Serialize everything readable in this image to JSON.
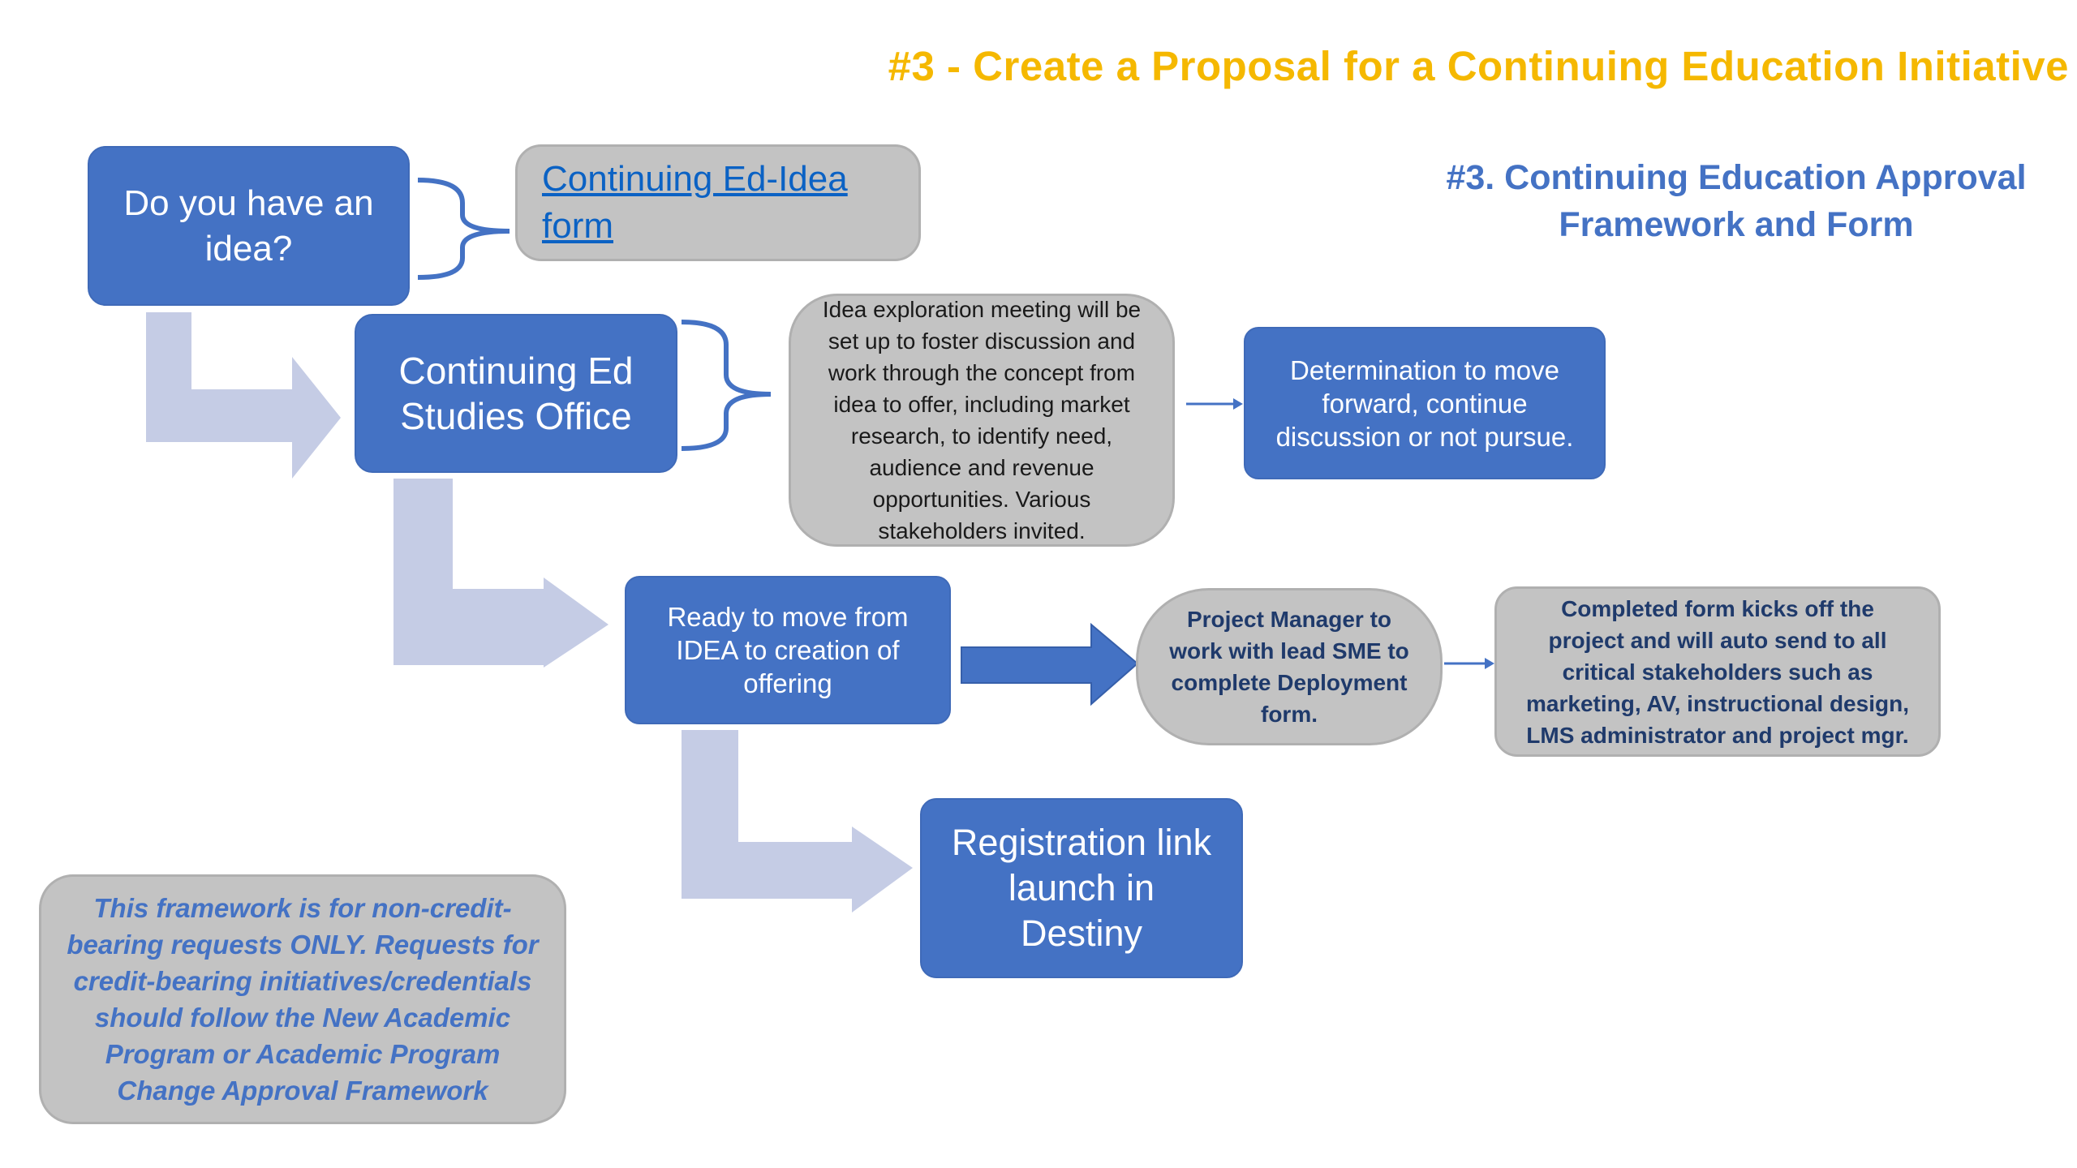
{
  "header": {
    "title": "#3 - Create a Proposal for a Continuing  Education Initiative",
    "subtitle": "#3. Continuing Education Approval Framework and Form"
  },
  "nodes": {
    "idea": "Do you have an idea?",
    "idea_form_link": "Continuing Ed-Idea form",
    "studies_office": "Continuing Ed Studies Office",
    "exploration": "Idea exploration meeting will be set up to foster discussion and work through the concept from idea to offer, including market research, to identify need, audience and revenue opportunities. Various stakeholders invited.",
    "determination": "Determination to move forward, continue discussion or not pursue.",
    "ready": "Ready to move from IDEA to creation of offering",
    "project_manager": "Project Manager to work with lead SME to complete Deployment form.",
    "completed_form": "Completed form kicks off the project and will auto send to all critical stakeholders such as marketing, AV, instructional design, LMS administrator and project mgr.",
    "registration": "Registration link launch in Destiny",
    "note": "This framework is for non-credit-bearing requests ONLY. Requests for credit-bearing initiatives/credentials should follow the New Academic Program or Academic Program Change Approval Framework"
  },
  "colors": {
    "title": "#F5B800",
    "subtitle": "#4472C4",
    "box_blue": "#4472C4",
    "box_gray": "#C3C3C3",
    "bent_arrow": "#C5CCE5",
    "link": "#0B62C4"
  }
}
